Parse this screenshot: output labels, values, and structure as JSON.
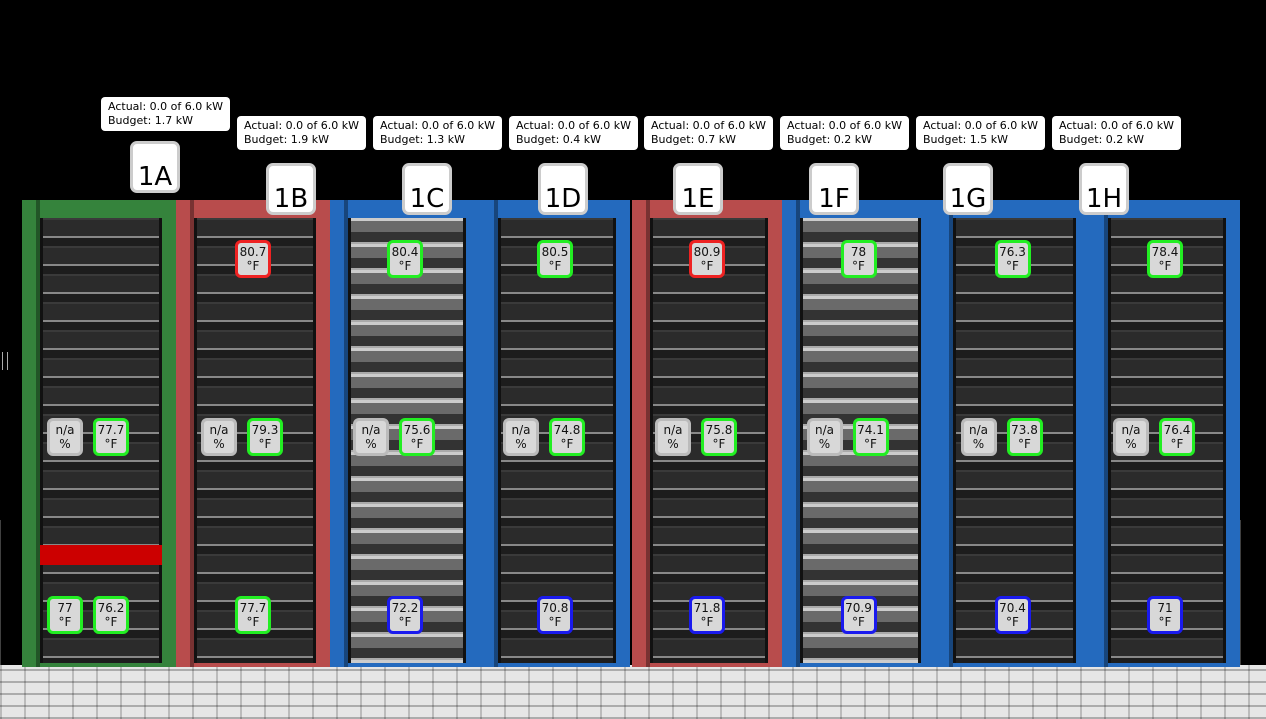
{
  "colors": {
    "green": "#22ee22",
    "red": "#ee2222",
    "blue": "#1a1aee",
    "rack_green": "#3e9a46",
    "rack_red": "#d85a5a",
    "rack_blue": "#2a7de0"
  },
  "racks": [
    {
      "name": "1A",
      "actual": "Actual: 0.0 of 6.0 kW",
      "budget": "Budget: 1.7 kW",
      "frame": "green",
      "top": null,
      "mid": {
        "pct": "n/a",
        "pct_unit": "%",
        "temp": "77.7",
        "state": "green"
      },
      "bottom": [
        {
          "temp": "77",
          "state": "green"
        },
        {
          "temp": "76.2",
          "state": "green"
        }
      ]
    },
    {
      "name": "1B",
      "actual": "Actual: 0.0 of 6.0 kW",
      "budget": "Budget: 1.9 kW",
      "frame": "red",
      "top": {
        "temp": "80.7",
        "state": "red"
      },
      "mid": {
        "pct": "n/a",
        "pct_unit": "%",
        "temp": "79.3",
        "state": "green"
      },
      "bottom": [
        {
          "temp": "77.7",
          "state": "green"
        }
      ]
    },
    {
      "name": "1C",
      "actual": "Actual: 0.0 of 6.0 kW",
      "budget": "Budget: 1.3 kW",
      "frame": "blue",
      "top": {
        "temp": "80.4",
        "state": "green"
      },
      "mid": {
        "pct": "n/a",
        "pct_unit": "%",
        "temp": "75.6",
        "state": "green"
      },
      "bottom": [
        {
          "temp": "72.2",
          "state": "blue"
        }
      ]
    },
    {
      "name": "1D",
      "actual": "Actual: 0.0 of 6.0 kW",
      "budget": "Budget: 0.4 kW",
      "frame": "blue",
      "top": {
        "temp": "80.5",
        "state": "green"
      },
      "mid": {
        "pct": "n/a",
        "pct_unit": "%",
        "temp": "74.8",
        "state": "green"
      },
      "bottom": [
        {
          "temp": "70.8",
          "state": "blue"
        }
      ]
    },
    {
      "name": "1E",
      "actual": "Actual: 0.0 of 6.0 kW",
      "budget": "Budget: 0.7 kW",
      "frame": "red",
      "top": {
        "temp": "80.9",
        "state": "red"
      },
      "mid": {
        "pct": "n/a",
        "pct_unit": "%",
        "temp": "75.8",
        "state": "green"
      },
      "bottom": [
        {
          "temp": "71.8",
          "state": "blue"
        }
      ]
    },
    {
      "name": "1F",
      "actual": "Actual: 0.0 of 6.0 kW",
      "budget": "Budget: 0.2 kW",
      "frame": "blue",
      "top": {
        "temp": "78",
        "state": "green"
      },
      "mid": {
        "pct": "n/a",
        "pct_unit": "%",
        "temp": "74.1",
        "state": "green"
      },
      "bottom": [
        {
          "temp": "70.9",
          "state": "blue"
        }
      ]
    },
    {
      "name": "1G",
      "actual": "Actual: 0.0 of 6.0 kW",
      "budget": "Budget: 1.5 kW",
      "frame": "blue",
      "top": {
        "temp": "76.3",
        "state": "green"
      },
      "mid": {
        "pct": "n/a",
        "pct_unit": "%",
        "temp": "73.8",
        "state": "green"
      },
      "bottom": [
        {
          "temp": "70.4",
          "state": "blue"
        }
      ]
    },
    {
      "name": "1H",
      "actual": "Actual: 0.0 of 6.0 kW",
      "budget": "Budget: 0.2 kW",
      "frame": "blue",
      "top": {
        "temp": "78.4",
        "state": "green"
      },
      "mid": {
        "pct": "n/a",
        "pct_unit": "%",
        "temp": "76.4",
        "state": "green"
      },
      "bottom": [
        {
          "temp": "71",
          "state": "blue"
        }
      ]
    }
  ],
  "temp_unit": "°F"
}
